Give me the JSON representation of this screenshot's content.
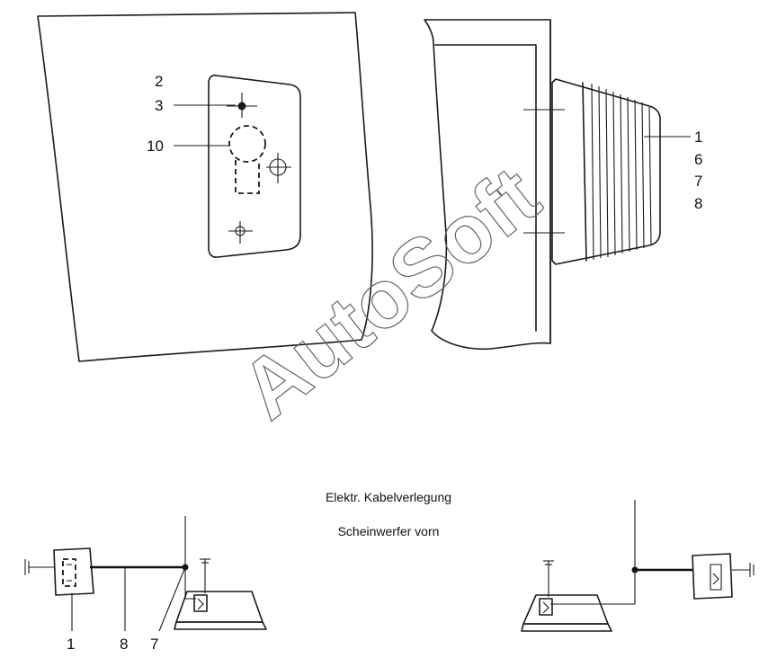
{
  "part_labels": {
    "l2": "2",
    "l3": "3",
    "l10": "10",
    "l1": "1",
    "l6": "6",
    "l7": "7",
    "l8": "8",
    "b1": "1",
    "b8": "8",
    "b7": "7"
  },
  "caption": {
    "line1": "Elektr. Kabelverlegung",
    "line2": "Scheinwerfer vorn"
  },
  "watermark": "AutoSoft"
}
